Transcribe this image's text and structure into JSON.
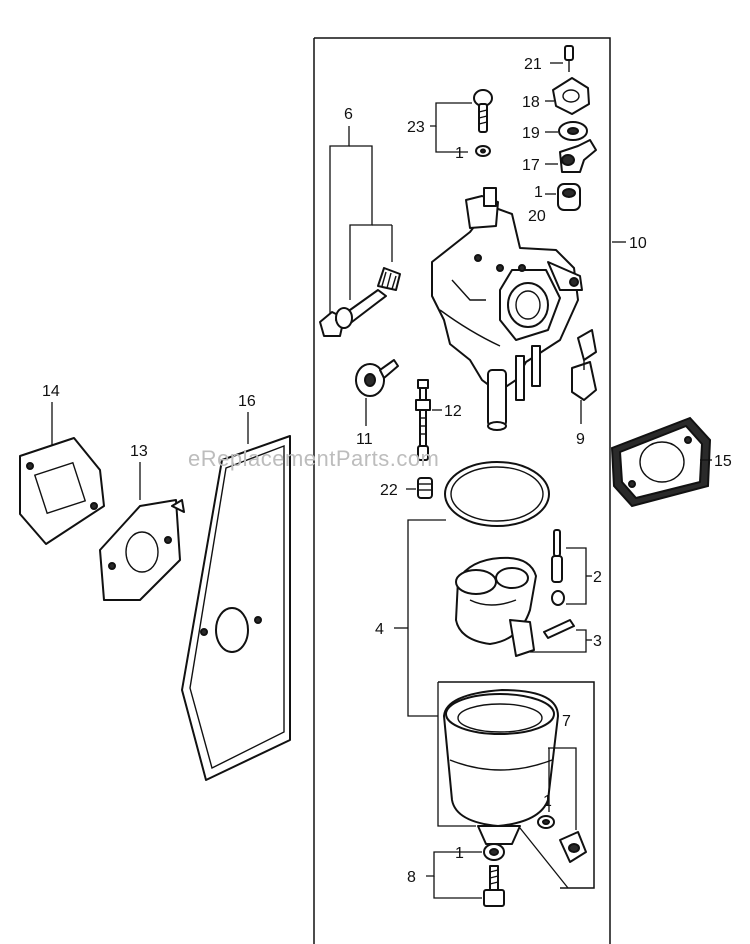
{
  "watermark": "eReplacementParts.com",
  "callouts": {
    "c21": "21",
    "c18": "18",
    "c19": "19",
    "c17": "17",
    "c1_top": "1",
    "c20": "20",
    "c23": "23",
    "c1_23": "1",
    "c6": "6",
    "c10": "10",
    "c12": "12",
    "c11": "11",
    "c9": "9",
    "c22": "22",
    "c14": "14",
    "c13": "13",
    "c16": "16",
    "c15": "15",
    "c2": "2",
    "c3": "3",
    "c4": "4",
    "c7": "7",
    "c1_7": "1",
    "c8": "8",
    "c1_8": "1"
  }
}
